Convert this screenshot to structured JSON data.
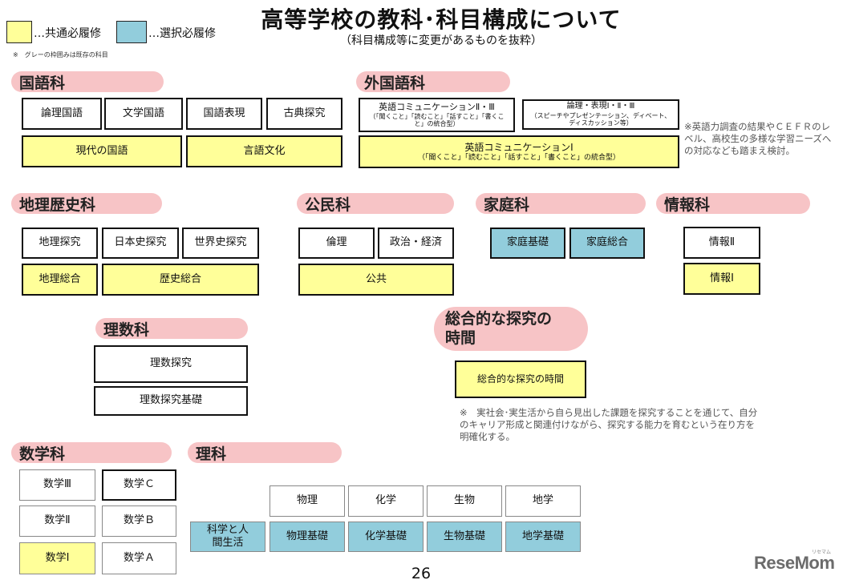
{
  "legend": {
    "common_label": "…共通必履修",
    "elective_label": "…選択必履修",
    "gray_note": "※　グレーの枠囲みは既存の科目",
    "colors": {
      "common": "#ffff99",
      "elective": "#92cddc",
      "category": "#f7c4c6"
    }
  },
  "title": {
    "main": "高等学校の教科･科目構成について",
    "sub": "（科目構成等に変更があるものを抜粋）"
  },
  "kokugo": {
    "label": "国語科",
    "ronri": "論理国語",
    "bungaku": "文学国語",
    "hyogen": "国語表現",
    "koten": "古典探究",
    "gendai": "現代の国語",
    "gengo": "言語文化"
  },
  "gaikokugo": {
    "label": "外国語科",
    "comm23_title": "英語コミュニケーションⅡ・Ⅲ",
    "comm23_sub": "（「聞くこと」「読むこと」「話すこと」「書くこと」の統合型）",
    "ronri_title": "論理・表現Ⅰ・Ⅱ・Ⅲ",
    "ronri_sub": "（スピーチやプレゼンテーション、ディベート、ディスカッション等）",
    "comm1_title": "英語コミュニケーションⅠ",
    "comm1_sub": "（「聞くこと」「読むこと」「話すこと」「書くこと」の統合型）",
    "note": "※英語力調査の結果やＣＥＦＲのレベル、高校生の多様な学習ニーズへの対応なども踏まえ検討。"
  },
  "chireki": {
    "label": "地理歴史科",
    "chiri_tankyu": "地理探究",
    "nihonshi": "日本史探究",
    "sekaishi": "世界史探究",
    "chiri_sogo": "地理総合",
    "rekishi_sogo": "歴史総合"
  },
  "komin": {
    "label": "公民科",
    "rinri": "倫理",
    "seiji": "政治・経済",
    "kokyo": "公共"
  },
  "katei": {
    "label": "家庭科",
    "kiso": "家庭基礎",
    "sogo": "家庭総合"
  },
  "joho": {
    "label": "情報科",
    "joho2": "情報Ⅱ",
    "joho1": "情報Ⅰ"
  },
  "risu": {
    "label": "理数科",
    "tankyu": "理数探究",
    "tankyu_kiso": "理数探究基礎"
  },
  "sogo": {
    "label_line1": "総合的な探究の",
    "label_line2": "時間",
    "box": "総合的な探究の時間",
    "note": "※　実社会･実生活から自ら見出した課題を探究することを通じて、自分のキャリア形成と関連付けながら、探究する能力を育むという在り方を明確化する。"
  },
  "sugaku": {
    "label": "数学科",
    "m3": "数学Ⅲ",
    "mc": "数学Ｃ",
    "m2": "数学Ⅱ",
    "mb": "数学Ｂ",
    "m1": "数学Ⅰ",
    "ma": "数学Ａ"
  },
  "rika": {
    "label": "理科",
    "kagaku_ningen": "科学と人間生活",
    "butsuri": "物理",
    "kagaku": "化学",
    "seibutsu": "生物",
    "chigaku": "地学",
    "butsuri_kiso": "物理基礎",
    "kagaku_kiso": "化学基礎",
    "seibutsu_kiso": "生物基礎",
    "chigaku_kiso": "地学基礎"
  },
  "page_number": "26",
  "brand": "ReseMom",
  "brand_sub": "リセマム"
}
